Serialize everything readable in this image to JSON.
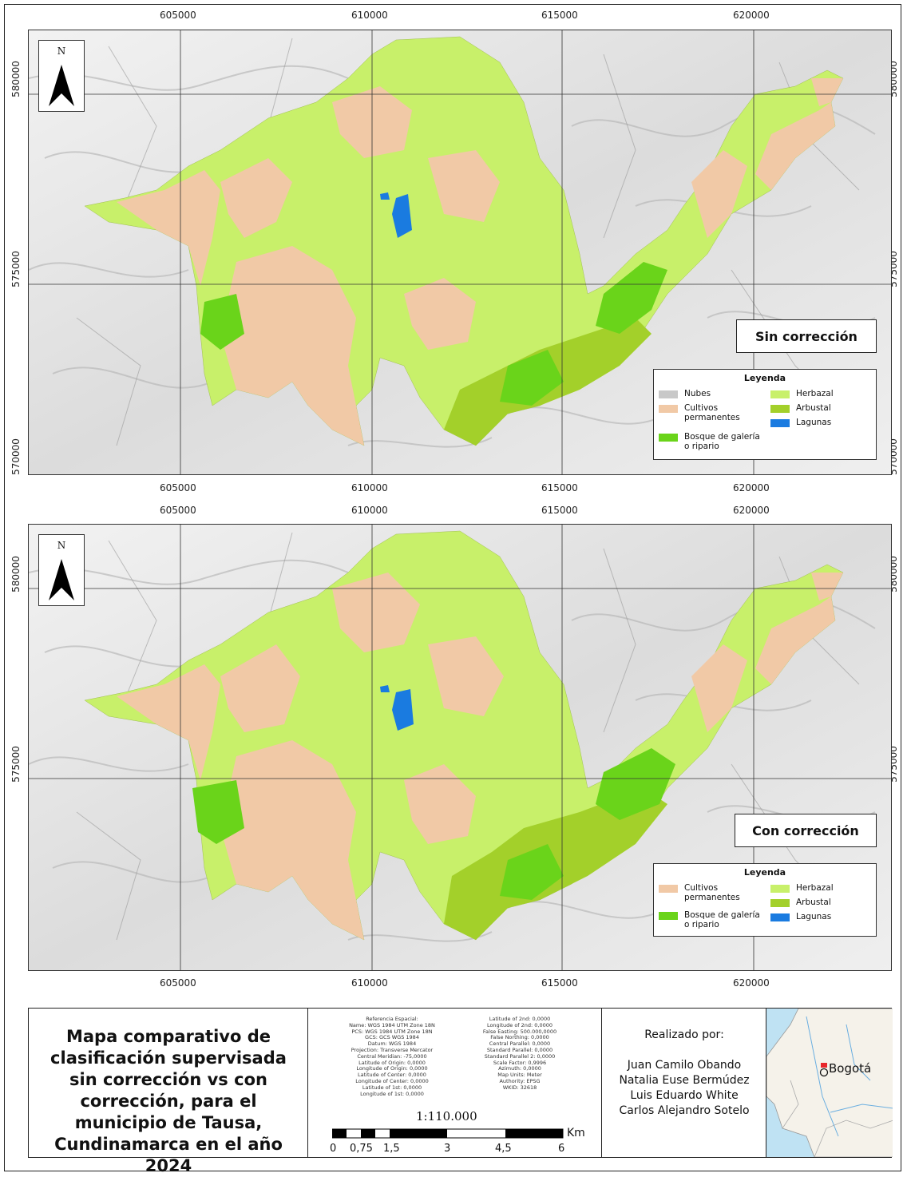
{
  "x_ticks": [
    "605000",
    "610000",
    "615000",
    "620000"
  ],
  "y_ticks": [
    "580000",
    "575000",
    "570000"
  ],
  "north_label": "N",
  "map_top": {
    "label": "Sin corrección",
    "legend": {
      "title": "Leyenda",
      "left_items": [
        {
          "text": "Nubes",
          "color": "#c8c8c8"
        },
        {
          "text": "Cultivos permanentes",
          "color": "#f1c9a6"
        },
        {
          "text": "Bosque de galería o ripario",
          "color": "#6ad41a"
        }
      ],
      "right_items": [
        {
          "text": "Herbazal",
          "color": "#c8f06a"
        },
        {
          "text": "Arbustal",
          "color": "#a3d02a"
        },
        {
          "text": "Lagunas",
          "color": "#1a7be0"
        }
      ]
    }
  },
  "map_bottom": {
    "label": "Con corrección",
    "legend": {
      "title": "Leyenda",
      "left_items": [
        {
          "text": "Cultivos permanentes",
          "color": "#f1c9a6"
        },
        {
          "text": "Bosque de galería o ripario",
          "color": "#6ad41a"
        }
      ],
      "right_items": [
        {
          "text": "Herbazal",
          "color": "#c8f06a"
        },
        {
          "text": "Arbustal",
          "color": "#a3d02a"
        },
        {
          "text": "Lagunas",
          "color": "#1a7be0"
        }
      ]
    }
  },
  "title": "Mapa comparativo de clasificación supervisada sin corrección vs con corrección, para el municipio de Tausa, Cundinamarca en el año 2024",
  "projection": {
    "col1": [
      "Referencia Espacial:",
      "Name: WGS 1984 UTM Zone 18N",
      "PCS: WGS 1984 UTM Zone 18N",
      "GCS: GCS WGS 1984",
      "Datum: WGS 1984",
      "Projection: Transverse Mercator",
      "Central Meridian: -75,0000",
      "Latitude of Origin: 0,0000",
      "Longitude of Origin: 0,0000",
      "Latitude of Center: 0,0000",
      "Longitude of Center: 0,0000",
      "Latitude of 1st: 0,0000",
      "Longitude of 1st: 0,0000"
    ],
    "col2": [
      "Latitude of 2nd: 0,0000",
      "Longitude of 2nd: 0,0000",
      "False Easting: 500.000,0000",
      "False Northing: 0,0000",
      "Central Parallel: 0,0000",
      "Standard Parallel: 0,0000",
      "Standard Parallel 2: 0,0000",
      "Scale Factor: 0,9996",
      "Azimuth: 0,0000",
      "Map Units: Meter",
      "Authority: EPSG",
      "WKID: 32618"
    ]
  },
  "scale": {
    "ratio": "1:110.000",
    "unit": "Km",
    "labels": [
      "0",
      "0,75",
      "1,5",
      "3",
      "4,5",
      "6"
    ]
  },
  "credits": {
    "heading": "Realizado por:",
    "names": [
      "Juan Camilo Obando",
      "Natalia Euse Bermúdez",
      "Luis Eduardo White",
      "Carlos Alejandro Sotelo"
    ]
  },
  "inset": {
    "city": "Bogotá",
    "marker_color": "#e8262b"
  }
}
